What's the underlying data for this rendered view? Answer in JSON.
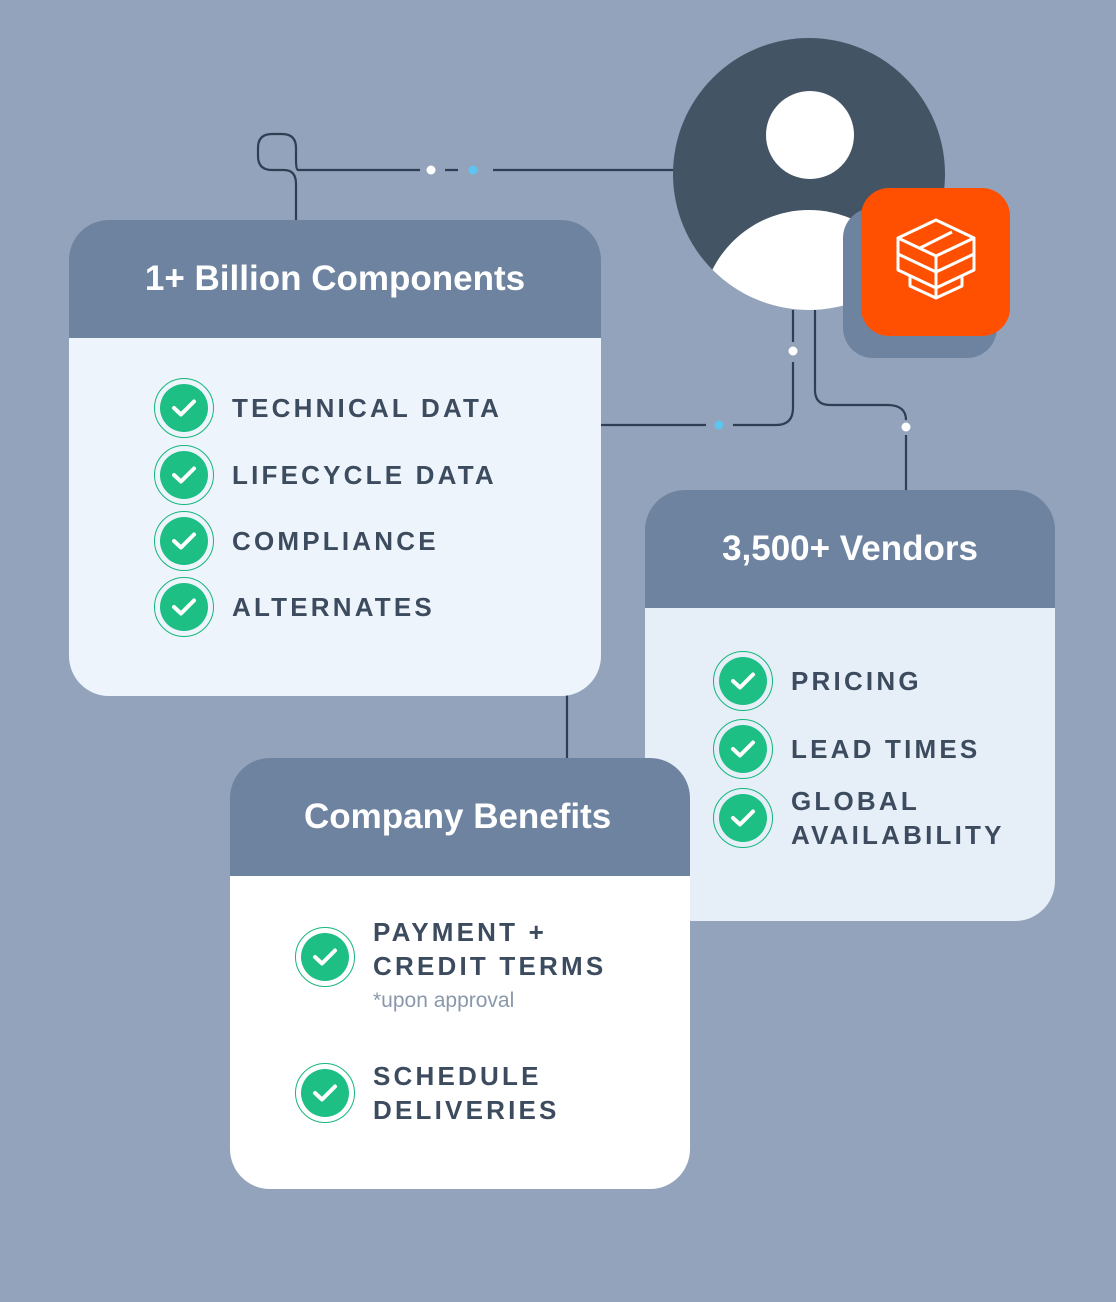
{
  "colors": {
    "background": "#93a3bc",
    "header": "#6e83a0",
    "check_green": "#1dbf84",
    "connector": "#2f3e52",
    "dot_blue": "#5ec4f0",
    "brand_orange": "#ff4f00",
    "avatar_dark": "#435465"
  },
  "icons": {
    "avatar": "user-avatar-icon",
    "brand": "stacked-layers-logo-icon",
    "check": "check-circle-icon"
  },
  "cards": {
    "components": {
      "title": "1+ Billion Components",
      "items": [
        {
          "label": "TECHNICAL DATA"
        },
        {
          "label": "LIFECYCLE DATA"
        },
        {
          "label": "COMPLIANCE"
        },
        {
          "label": "ALTERNATES"
        }
      ]
    },
    "vendors": {
      "title": "3,500+ Vendors",
      "items": [
        {
          "label": "PRICING"
        },
        {
          "label": "LEAD TIMES"
        },
        {
          "label": "GLOBAL\nAVAILABILITY"
        }
      ]
    },
    "benefits": {
      "title": "Company Benefits",
      "items": [
        {
          "label": "PAYMENT +\nCREDIT TERMS",
          "note": "*upon approval"
        },
        {
          "label": "SCHEDULE\nDELIVERIES"
        }
      ]
    }
  }
}
